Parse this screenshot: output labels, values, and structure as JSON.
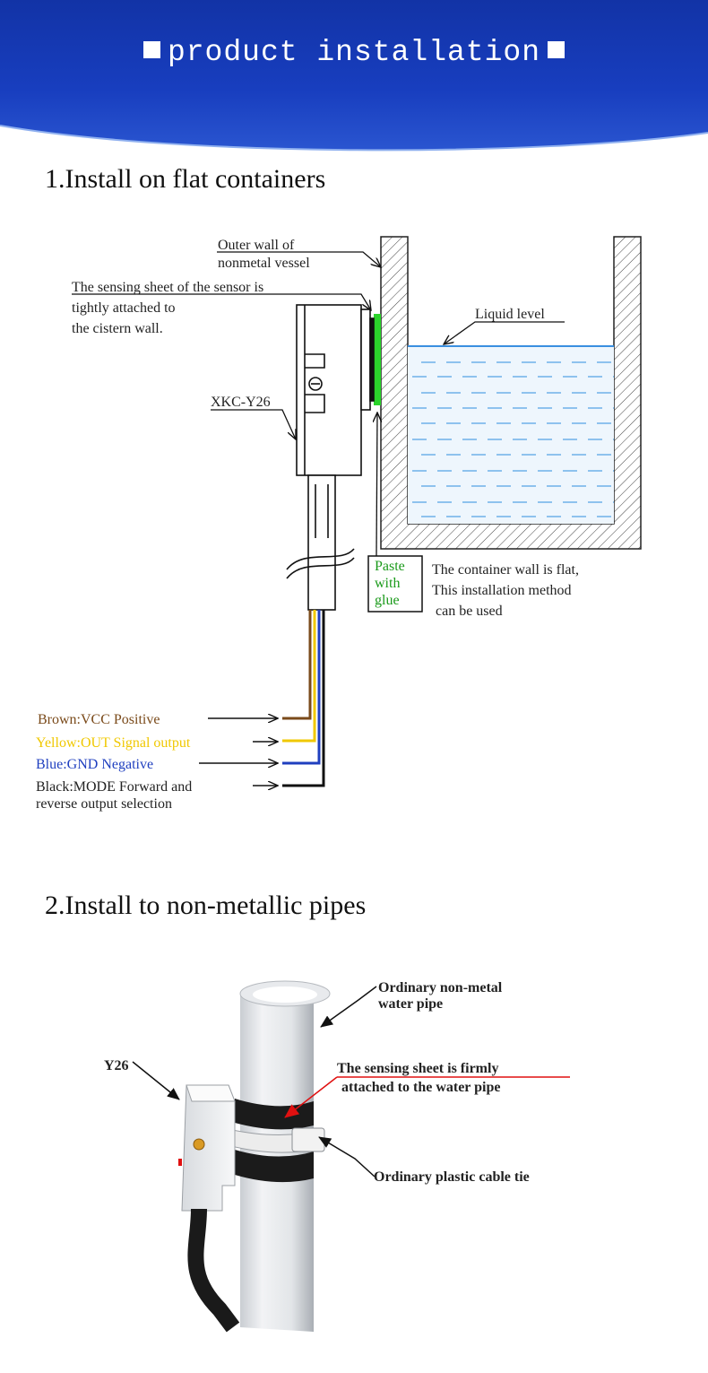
{
  "banner": {
    "title": "product installation"
  },
  "section1": {
    "title": "1.Install on flat containers",
    "labels": {
      "outer_wall_1": "Outer wall of",
      "outer_wall_2": "nonmetal vessel",
      "sensing_1": "The sensing sheet of the sensor is",
      "sensing_2": "tightly attached to",
      "sensing_3": "the cistern wall.",
      "model": "XKC-Y26",
      "liquid_level": "Liquid level",
      "paste_1": "Paste",
      "paste_2": "with",
      "paste_3": "glue",
      "flat_1": "The container wall is flat,",
      "flat_2": "This installation method",
      "flat_3": "can be used"
    },
    "wires": {
      "brown": "Brown:VCC Positive",
      "yellow": "Yellow:OUT Signal output",
      "blue": "Blue:GND Negative",
      "black_1": "Black:MODE Forward and",
      "black_2": "reverse output selection"
    },
    "colors": {
      "brown": "#7a4a1a",
      "yellow": "#f0c800",
      "blue": "#1f3fbf",
      "black": "#111111",
      "glue": "#2bd42b",
      "water": "#3a8fe0"
    }
  },
  "section2": {
    "title": "2.Install to non-metallic pipes",
    "labels": {
      "pipe_1": "Ordinary non-metal",
      "pipe_2": "water pipe",
      "model": "Y26",
      "sheet_1": "The sensing sheet is firmly",
      "sheet_2": "attached to the water pipe",
      "tie": "Ordinary plastic cable tie"
    }
  }
}
